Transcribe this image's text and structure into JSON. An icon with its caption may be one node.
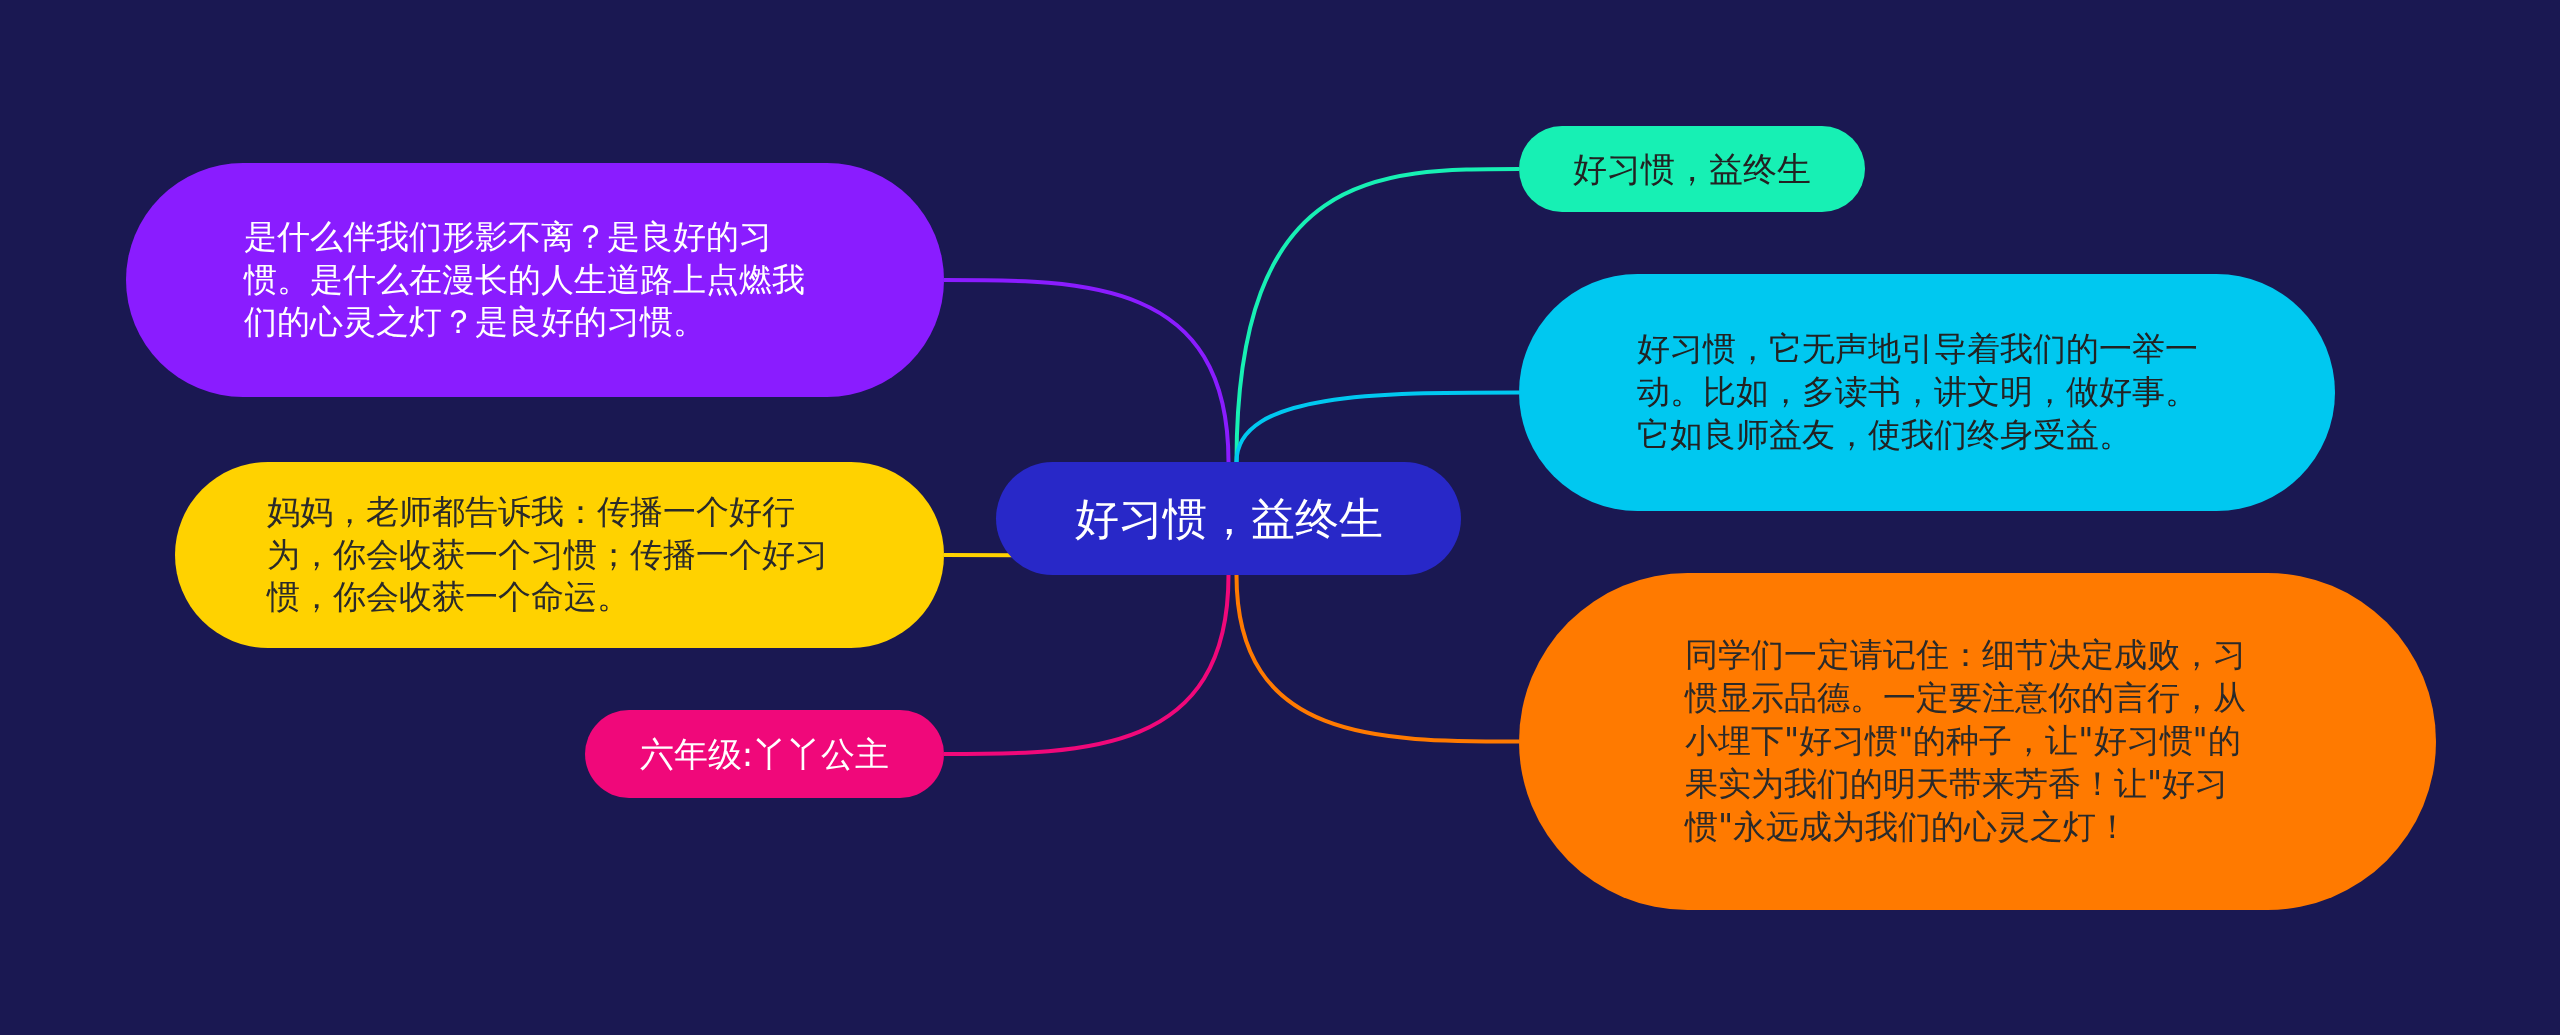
{
  "diagram": {
    "nodes": [
      {
        "text": [
          "好习惯，益终生"
        ]
      },
      {
        "text": [
          "好习惯，益终生"
        ]
      },
      {
        "text": [
          "好习惯，它无声地引导着我们的一举一动。比如，多读书，讲文明，做好事。它如良师益友，使我们终身受益。"
        ]
      },
      {
        "text": [
          "同学们一定请记住：细节决定成败，习惯显示品德。一定要注意你的言行，从小埋下\"好习惯\"的种子，让\"好习惯\"的果实为我们的明天带来芳香！让\"好习惯\"永远成为我们的心灵之灯！"
        ]
      },
      {
        "text": [
          "是什么伴我们形影不离？是良好的习惯。是什么在漫长的人生道路上点燃我们的心灵之灯？是良好的习惯。"
        ]
      },
      {
        "text": [
          "妈妈，老师都告诉我：传播一个好行为，你会收获一个习惯；传播一个好习惯，你会收获一个命运。"
        ]
      },
      {
        "text": [
          "六年级:丫丫公主"
        ]
      }
    ],
    "edges": [
      {
        "from": 0,
        "to": 1,
        "arrow": "none",
        "color": "#17f0b4"
      },
      {
        "from": 0,
        "to": 2,
        "arrow": "none",
        "color": "#00c8f0"
      },
      {
        "from": 0,
        "to": 3,
        "arrow": "none",
        "color": "#ff7a00"
      },
      {
        "from": 0,
        "to": 4,
        "arrow": "none",
        "color": "#8a1cff"
      },
      {
        "from": 0,
        "to": 5,
        "arrow": "none",
        "color": "#ffd200"
      },
      {
        "from": 0,
        "to": 6,
        "arrow": "none",
        "color": "#f0087a"
      }
    ]
  }
}
